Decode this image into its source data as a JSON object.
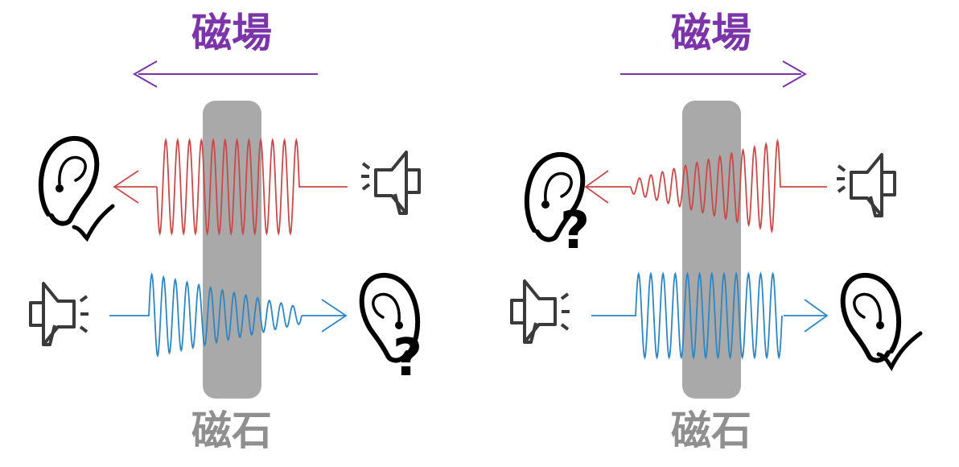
{
  "colors": {
    "field": "#7b35a8",
    "magnet_label": "#8f8f8f",
    "magnet_bar": "#a9a9a9",
    "wave_red": "#c84a4a",
    "wave_blue": "#2f86c2",
    "icon": "#1a1a1a"
  },
  "left_panel": {
    "field_label": "磁場",
    "field_direction": "left",
    "magnet_label": "磁石",
    "top_wave": {
      "direction": "left",
      "attenuated": false,
      "color": "red"
    },
    "bottom_wave": {
      "direction": "right",
      "attenuated": true,
      "color": "blue"
    },
    "top_ear_mark": "check-icon",
    "bottom_ear_mark": "?"
  },
  "right_panel": {
    "field_label": "磁場",
    "field_direction": "right",
    "magnet_label": "磁石",
    "top_wave": {
      "direction": "left",
      "attenuated": true,
      "color": "red"
    },
    "bottom_wave": {
      "direction": "right",
      "attenuated": false,
      "color": "blue"
    },
    "top_ear_mark": "?",
    "bottom_ear_mark": "check-icon"
  },
  "icons": [
    "ear-icon",
    "megaphone-icon",
    "check-icon",
    "arrow-icon"
  ]
}
